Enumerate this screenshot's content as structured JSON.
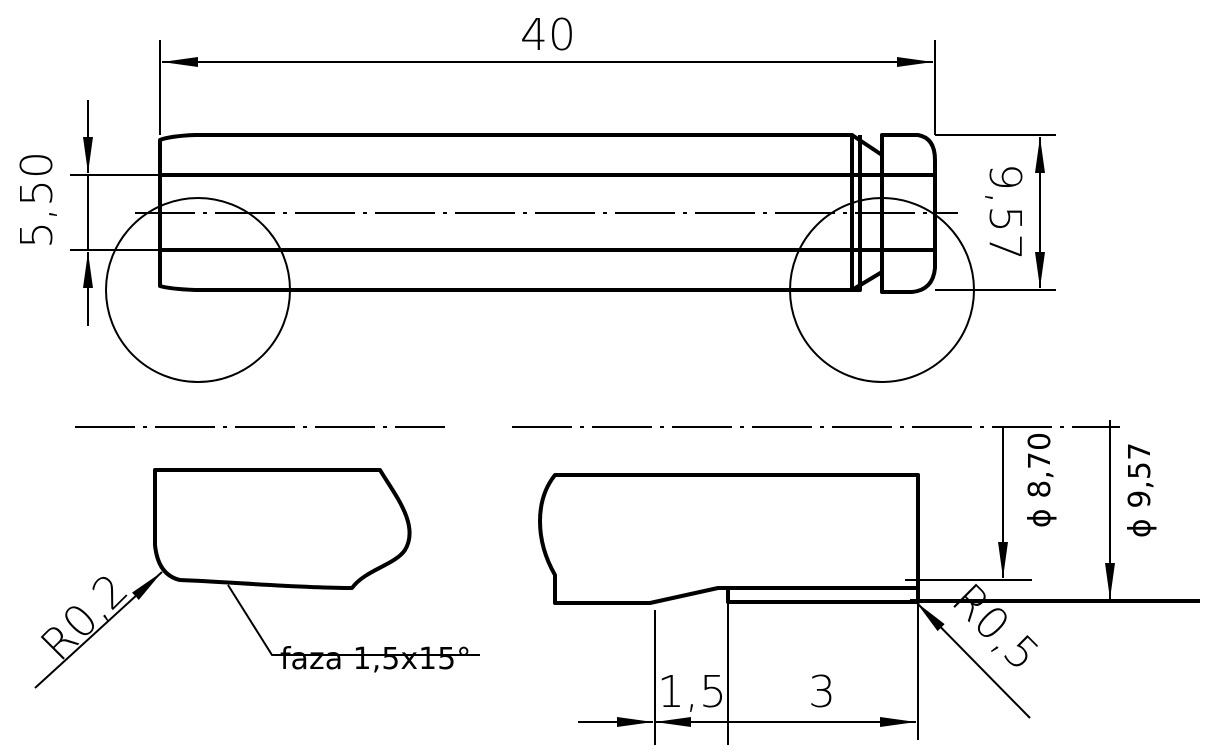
{
  "top_view": {
    "dim_length": "40",
    "dim_bore": "5,50",
    "dim_outer": "9,57"
  },
  "detail_left": {
    "radius_label": "R0,2",
    "chamfer_label": "faza 1,5x15°"
  },
  "detail_right": {
    "dia_inner": "ϕ 8,70",
    "dia_outer": "ϕ 9,57",
    "radius_label": "R0,5",
    "dim_step": "1,5",
    "dim_land": "3"
  },
  "colors": {
    "line": "#000000",
    "background": "#ffffff"
  }
}
